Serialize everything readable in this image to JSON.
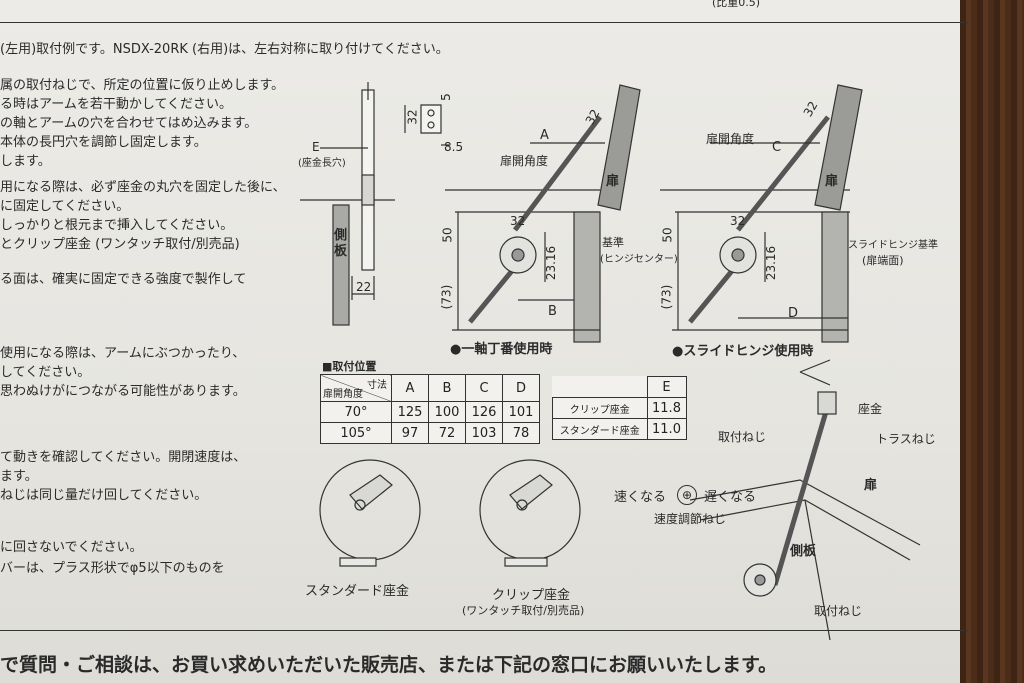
{
  "top_right": "(比重0.5)",
  "left_text": [
    "(左用)取付例です。NSDX-20RK (右用)は、左右対称に取り付けてください。",
    "属の取付ねじで、所定の位置に仮り止めします。",
    "る時はアームを若干動かしてください。",
    "の軸とアームの穴を合わせてはめ込みます。",
    "本体の長円穴を調節し固定します。",
    "します。",
    "用になる際は、必ず座金の丸穴を固定した後に、",
    "に固定してください。",
    "しっかりと根元まで挿入してください。",
    "とクリップ座金 (ワンタッチ取付/別売品)",
    "る面は、確実に固定できる強度で製作して",
    "使用になる際は、アームにぶつかったり、",
    "してください。",
    "思わぬけがにつながる可能性があります。",
    "て動きを確認してください。開閉速度は、",
    "ます。",
    "ねじは同じ量だけ回してください。",
    "に回さないでください。",
    "バーは、プラス形状でφ5以下のものを"
  ],
  "bottom_text": "で質問・ご相談は、お買い求めいただいた販売店、または下記の窓口にお願いいたします。",
  "side_diagram": {
    "e_label": "E",
    "e_note": "(座金長穴)",
    "side_panel": "側板",
    "dim_22": "22"
  },
  "bracket": {
    "d32": "32",
    "d5": "5",
    "d85": "8.5"
  },
  "hinge_diagram": {
    "a": "A",
    "b": "B",
    "angle": "扉開角度",
    "door": "扉",
    "d32a": "32",
    "d32b": "32",
    "d50": "50",
    "d2316": "23.16",
    "d73": "(73)",
    "reference": "基準",
    "reference_note": "(ヒンジセンター)",
    "caption": "●一軸丁番使用時"
  },
  "slide_diagram": {
    "c": "C",
    "d": "D",
    "angle": "扉開角度",
    "door": "扉",
    "d32a": "32",
    "d32b": "32",
    "d50": "50",
    "d2316": "23.16",
    "d73": "(73)",
    "reference": "スライドヒンジ基準",
    "reference_note": "(扉端面)",
    "caption": "●スライドヒンジ使用時"
  },
  "position_table": {
    "title": "■取付位置",
    "dim_header": "寸法",
    "angle_header": "扉開角度",
    "columns": [
      "A",
      "B",
      "C",
      "D"
    ],
    "rows": [
      {
        "angle": "70°",
        "values": [
          "125",
          "100",
          "126",
          "101"
        ]
      },
      {
        "angle": "105°",
        "values": [
          "97",
          "72",
          "103",
          "78"
        ]
      }
    ]
  },
  "e_table": {
    "header": "E",
    "rows": [
      {
        "label": "クリップ座金",
        "value": "11.8"
      },
      {
        "label": "スタンダード座金",
        "value": "11.0"
      }
    ]
  },
  "washers": {
    "standard": "スタンダード座金",
    "clip": "クリップ座金",
    "clip_note": "(ワンタッチ取付/別売品)"
  },
  "install": {
    "washer": "座金",
    "screw1": "取付ねじ",
    "truss": "トラスねじ",
    "fast": "速くなる",
    "slow": "遅くなる",
    "speed_screw": "速度調節ねじ",
    "door": "扉",
    "side_panel": "側板",
    "screw2": "取付ねじ"
  }
}
